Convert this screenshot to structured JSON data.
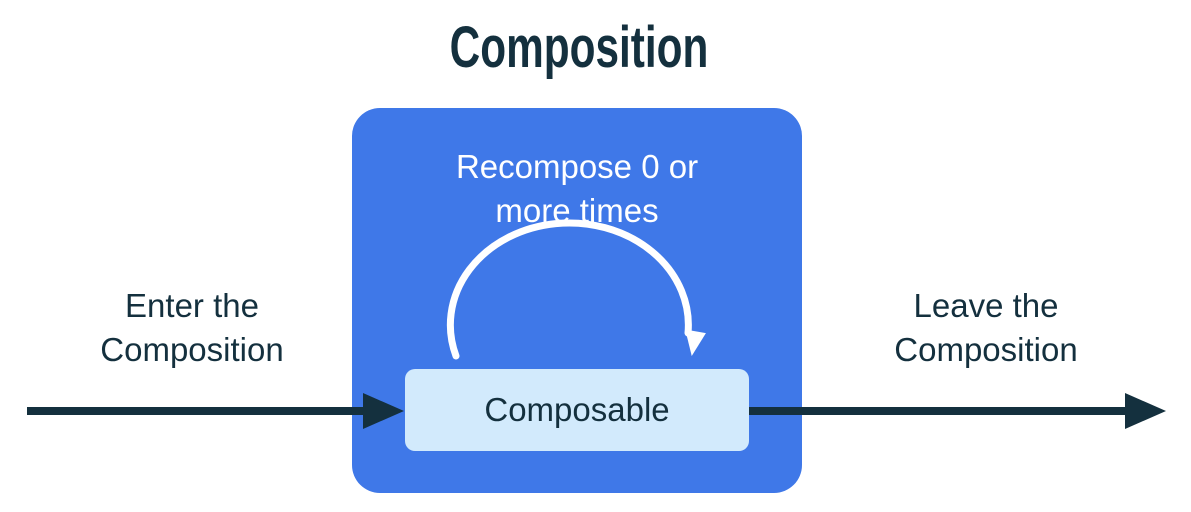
{
  "title": "Composition",
  "colors": {
    "navy": "#14303E",
    "blue": "#3F78E8",
    "light_blue": "#D2EAFC",
    "white": "#FFFFFF",
    "background": "#FFFFFF"
  },
  "diagram": {
    "enter_label": "Enter the\nComposition",
    "leave_label": "Leave the\nComposition",
    "composition_box": {
      "recompose_label": "Recompose 0 or\nmore times",
      "composable_label": "Composable"
    },
    "icons": [
      "enter-arrow-icon",
      "exit-arrow-icon",
      "recompose-loop-arrow-icon"
    ]
  }
}
